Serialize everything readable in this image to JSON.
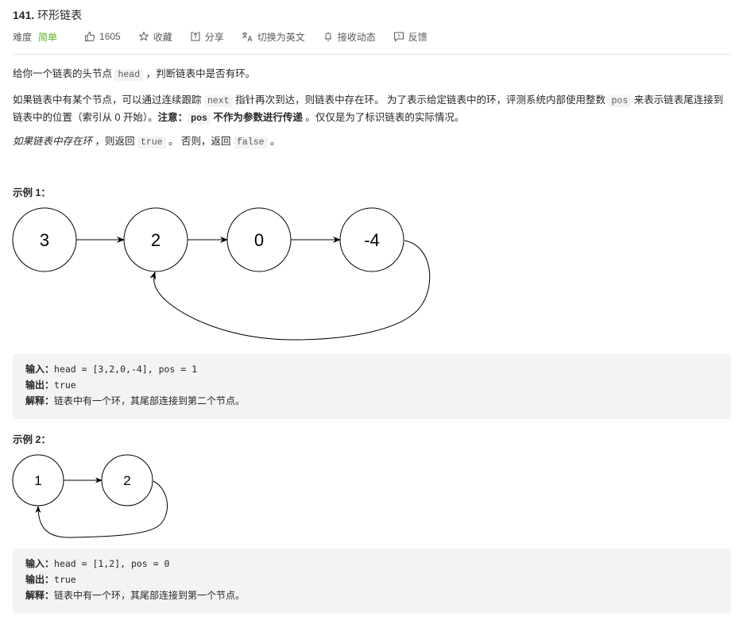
{
  "header": {
    "number": "141.",
    "title": "环形链表",
    "difficulty_label": "难度",
    "difficulty": "简单",
    "difficulty_color": "#5ab726",
    "likes": "1605",
    "actions": [
      {
        "icon": "thumbs-up-icon",
        "label": "1605"
      },
      {
        "icon": "star-icon",
        "label": "收藏"
      },
      {
        "icon": "share-icon",
        "label": "分享"
      },
      {
        "icon": "translate-icon",
        "label": "切换为英文"
      },
      {
        "icon": "bell-icon",
        "label": "接收动态"
      },
      {
        "icon": "feedback-icon",
        "label": "反馈"
      }
    ]
  },
  "description": {
    "p1_a": "给你一个链表的头节点 ",
    "p1_code": "head",
    "p1_b": " ，判断链表中是否有环。",
    "p2_a": "如果链表中有某个节点，可以通过连续跟踪 ",
    "p2_code1": "next",
    "p2_b": " 指针再次到达，则链表中存在环。 为了表示给定链表中的环，评测系统内部使用整数 ",
    "p2_code2": "pos",
    "p2_c": " 来表示链表尾连接到链表中的位置（索引从 0 开始）。",
    "p2_note_label": "注意：",
    "p2_code3": "pos",
    "p2_note_text": " 不作为参数进行传递",
    "p2_d": " 。仅仅是为了标识链表的实际情况。",
    "p3_italic": "如果链表中存在环",
    "p3_a": " ，则返回 ",
    "p3_code1": "true",
    "p3_b": " 。 否则，返回 ",
    "p3_code2": "false",
    "p3_c": " 。"
  },
  "examples": [
    {
      "title": "示例 1：",
      "nodes": [
        "3",
        "2",
        "0",
        "-4"
      ],
      "input_label": "输入：",
      "input": "head = [3,2,0,-4], pos = 1",
      "output_label": "输出：",
      "output": "true",
      "explain_label": "解释：",
      "explain": "链表中有一个环，其尾部连接到第二个节点。"
    },
    {
      "title": "示例 2：",
      "nodes": [
        "1",
        "2"
      ],
      "input_label": "输入：",
      "input": "head = [1,2], pos = 0",
      "output_label": "输出：",
      "output": "true",
      "explain_label": "解释：",
      "explain": "链表中有一个环，其尾部连接到第一个节点。"
    }
  ]
}
